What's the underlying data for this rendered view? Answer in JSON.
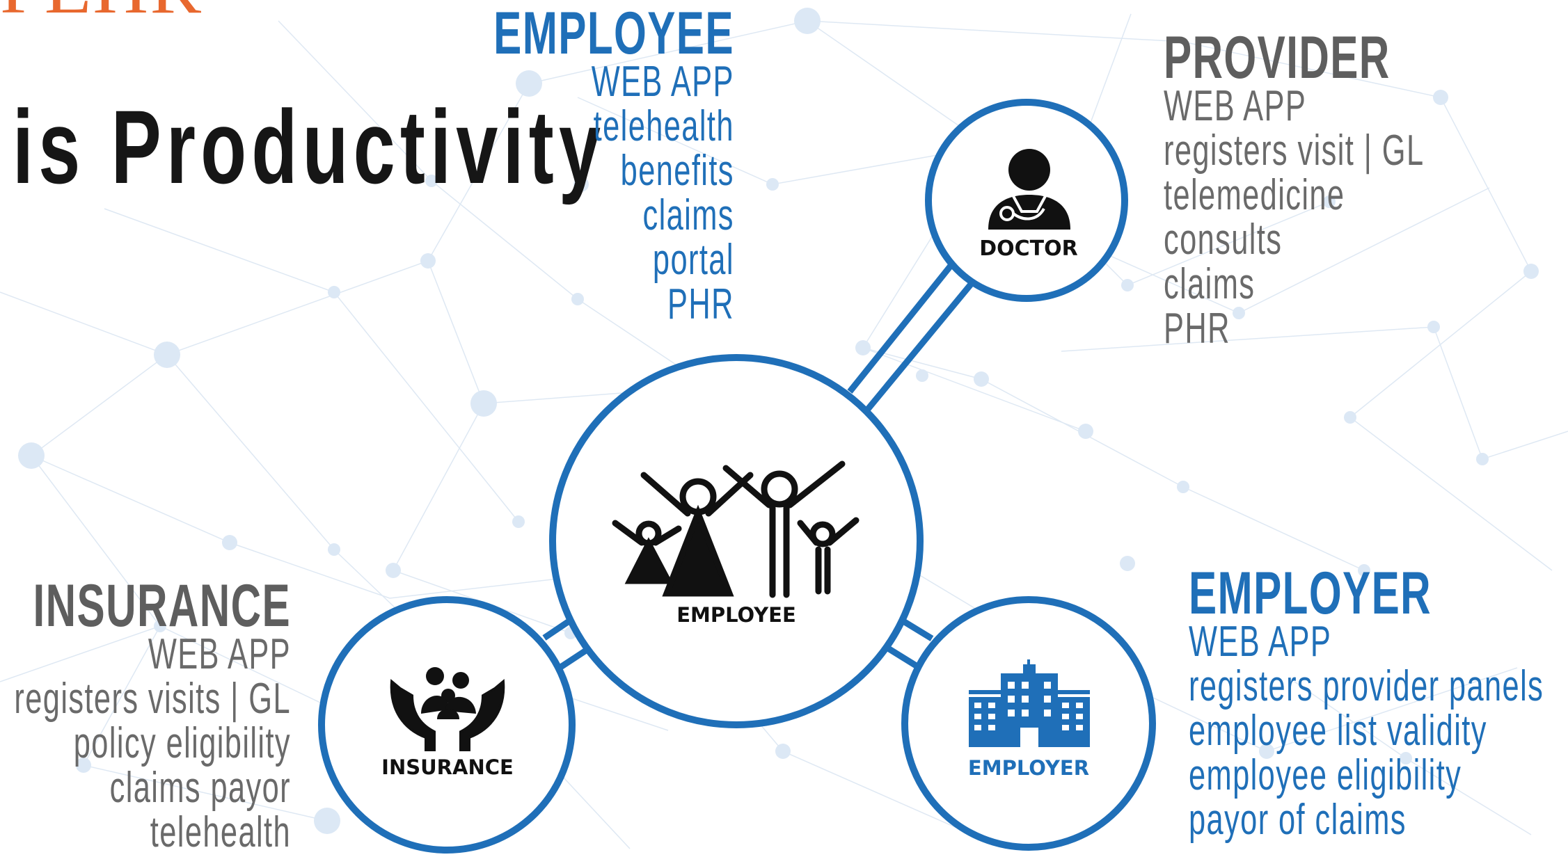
{
  "brand": {
    "text": "PEHR"
  },
  "headline": "is Productivity",
  "employee": {
    "title": "EMPLOYEE",
    "items": [
      "WEB APP",
      "telehealth",
      "benefits",
      "claims",
      "portal",
      "PHR"
    ]
  },
  "provider": {
    "title": "PROVIDER",
    "items": [
      "WEB APP",
      "registers visit | GL",
      "telemedicine",
      "consults",
      "claims",
      "PHR"
    ]
  },
  "insurance": {
    "title": "INSURANCE",
    "items": [
      "WEB APP",
      "registers visits | GL",
      "policy eligibility",
      "claims payor",
      "telehealth"
    ]
  },
  "employer": {
    "title": "EMPLOYER",
    "items": [
      "WEB APP",
      "registers provider panels",
      "employee list validity",
      "employee eligibility",
      "payor of claims"
    ]
  },
  "nodes": {
    "doctor": "DOCTOR",
    "employee": "EMPLOYEE",
    "insurance": "INSURANCE",
    "employer": "EMPLOYER"
  },
  "icons": {
    "doctor": "doctor-icon",
    "employee": "people-raising-arms-icon",
    "insurance": "hands-holding-family-icon",
    "employer": "office-building-icon"
  },
  "colors": {
    "accent_blue": "#1f6fb8",
    "brand_orange": "#e8682e",
    "text_gray": "#6a6a6a",
    "headline_black": "#161616",
    "network_dots": "#dce8f5"
  }
}
